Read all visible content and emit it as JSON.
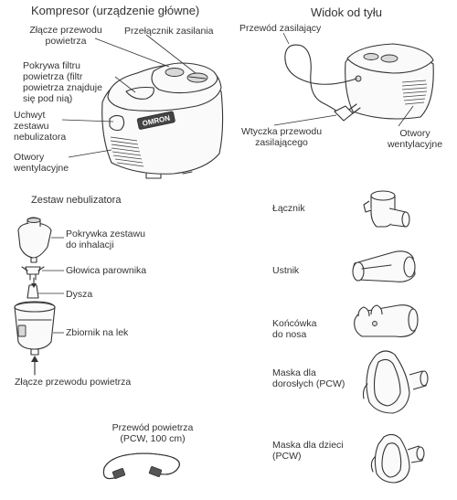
{
  "sections": {
    "compressor_title": "Kompresor (urządzenie główne)",
    "back_view_title": "Widok od tyłu",
    "nebulizer_kit_title": "Zestaw nebulizatora"
  },
  "compressor": {
    "brand": "OMRON",
    "labels": {
      "air_tube_connector": [
        "Złącze przewodu",
        "powietrza"
      ],
      "power_switch": "Przełącznik zasilania",
      "air_filter_cover": [
        "Pokrywa filtru",
        "powietrza (filtr",
        "powietrza znajduje",
        "się pod nią)"
      ],
      "nebulizer_holder": [
        "Uchwyt",
        "zestawu",
        "nebulizatora"
      ],
      "vents": [
        "Otwory",
        "wentylacyjne"
      ]
    }
  },
  "back_view": {
    "labels": {
      "power_cord": "Przewód zasilający",
      "power_plug": [
        "Wtyczka przewodu",
        "zasilającego"
      ],
      "vents": [
        "Otwory",
        "wentylacyjne"
      ]
    }
  },
  "nebulizer_kit": {
    "labels": {
      "inhalation_cap": [
        "Pokrywka zestawu",
        "do inhalacji"
      ],
      "vaporizer_head": "Głowica parownika",
      "nozzle": "Dysza",
      "medication_tank": "Zbiornik na lek",
      "air_tube_connector": "Złącze przewodu powietrza"
    }
  },
  "air_tube": {
    "label": [
      "Przewód powietrza",
      "(PCW, 100 cm)"
    ]
  },
  "accessories": {
    "connector": "Łącznik",
    "mouthpiece": "Ustnik",
    "nasal_piece": [
      "Końcówka",
      "do nosa"
    ],
    "adult_mask": [
      "Maska dla",
      "dorosłych (PCW)"
    ],
    "child_mask": [
      "Maska dla dzieci",
      "(PCW)"
    ]
  }
}
